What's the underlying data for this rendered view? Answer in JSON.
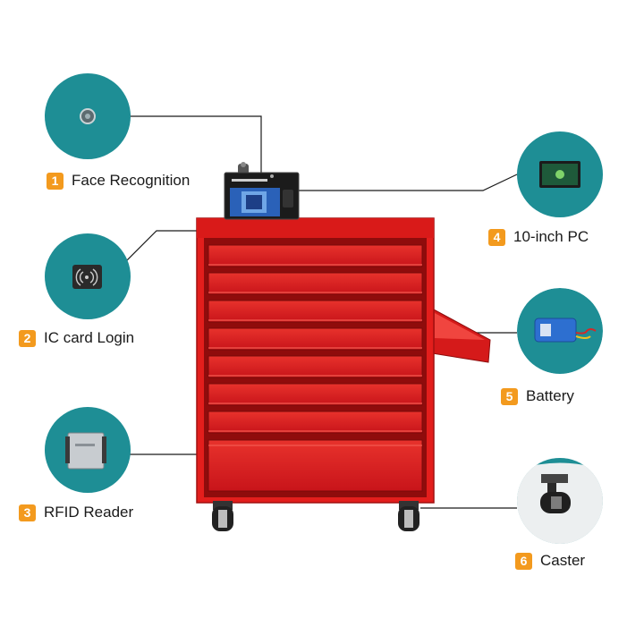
{
  "colors": {
    "teal": "#1e8e95",
    "badge": "#f39a1e",
    "cabinet_red": "#e0201e",
    "cabinet_dark": "#9c0f0f",
    "line": "#1a1a1a"
  },
  "features": [
    {
      "number": "1",
      "label": "Face Recognition",
      "icon": "camera-icon"
    },
    {
      "number": "2",
      "label": "IC card Login",
      "icon": "nfc-card-icon"
    },
    {
      "number": "3",
      "label": "RFID Reader",
      "icon": "rfid-reader-icon"
    },
    {
      "number": "4",
      "label": "10-inch PC",
      "icon": "tablet-pc-icon"
    },
    {
      "number": "5",
      "label": "Battery",
      "icon": "battery-pack-icon"
    },
    {
      "number": "6",
      "label": "Caster",
      "icon": "caster-wheel-icon"
    }
  ],
  "product": {
    "name": "tool-cabinet",
    "drawer_count": 8
  }
}
